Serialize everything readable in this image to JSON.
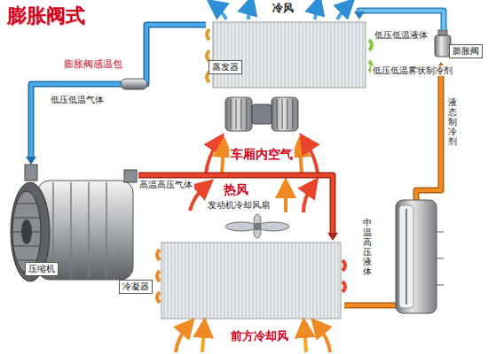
{
  "diagram": {
    "title": "膨胀阀式",
    "nodes": [
      {
        "text": [
          "蒸发器"
        ]
      },
      {
        "text": [
          "膨胀阀"
        ]
      },
      {
        "text": [
          "压缩机"
        ]
      },
      {
        "text": [
          "冷凝器"
        ]
      }
    ],
    "edges": [
      {
        "from": 2,
        "to": 3,
        "arrow": "to"
      },
      {
        "from": 3,
        "to": 1,
        "arrow": "to"
      },
      {
        "from": 1,
        "to": 0,
        "arrow": "to"
      },
      {
        "from": 0,
        "to": 2,
        "arrow": "to"
      }
    ],
    "labels": [
      "冷风",
      "低压低温液体",
      "低压低温雾状制冷剂",
      "膨胀阀感温包",
      "低压低温气体",
      "车厢内空气",
      "液态制冷剂",
      "高温高压气体",
      "热风",
      "发动机冷却风扇",
      "中温高压液体",
      "前方冷却风"
    ]
  }
}
